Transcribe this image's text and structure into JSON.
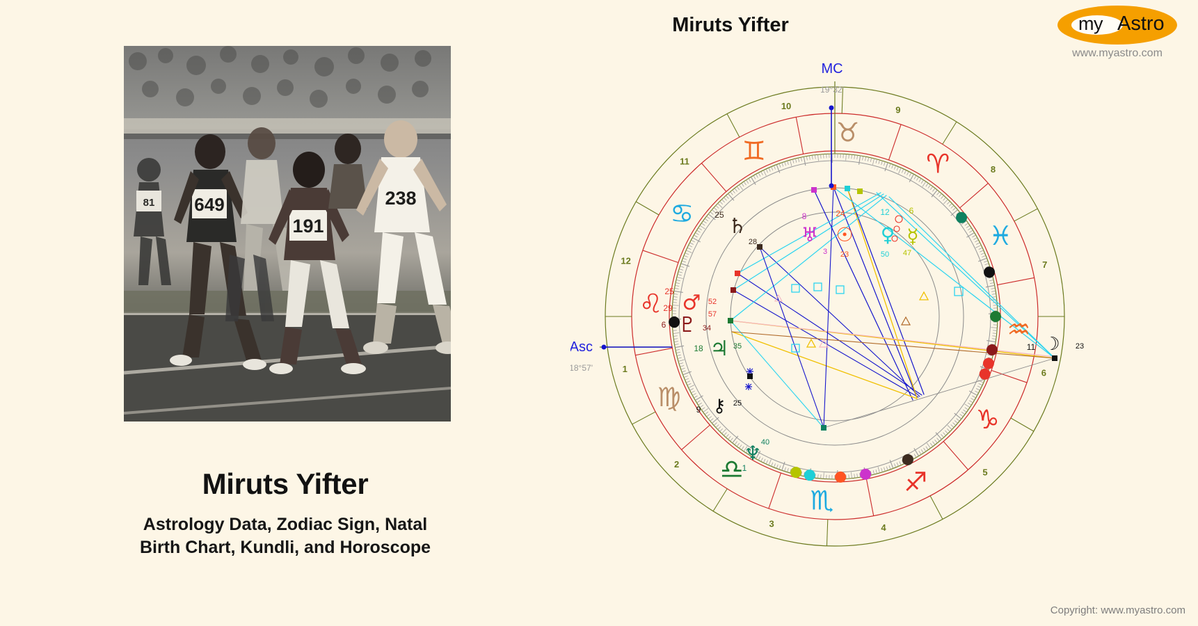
{
  "page": {
    "background_color": "#fdf6e6",
    "copyright": "Copyright: www.myastro.com"
  },
  "brand": {
    "logo_my": "my",
    "logo_astro": "Astro",
    "url": "www.myastro.com",
    "logo_color": "#f59f00"
  },
  "left_panel": {
    "title": "Miruts Yifter",
    "subtitle_line1": "Astrology Data, Zodiac Sign, Natal",
    "subtitle_line2": "Birth Chart, Kundli, and Horoscope",
    "photo_alt": "black-and-white photo of distance runners racing on a track"
  },
  "chart": {
    "title": "Miruts Yifter",
    "axes": [
      {
        "name": "MC",
        "label": "MC",
        "degree_label": "19°32'",
        "color": "#2222dd"
      },
      {
        "name": "Asc",
        "label": "Asc",
        "degree_label": "18°57'",
        "color": "#2222dd"
      }
    ],
    "zodiac_signs": [
      {
        "name": "taurus",
        "glyph": "♉",
        "color": "#b98e68"
      },
      {
        "name": "aries",
        "glyph": "♈",
        "color": "#e8342a"
      },
      {
        "name": "pisces",
        "glyph": "♓",
        "color": "#1eaae0"
      },
      {
        "name": "aquarius",
        "glyph": "♒",
        "color": "#f06a23"
      },
      {
        "name": "capricorn",
        "glyph": "♑",
        "color": "#e8342a"
      },
      {
        "name": "sagittarius",
        "glyph": "♐",
        "color": "#e8342a"
      },
      {
        "name": "scorpio",
        "glyph": "♏",
        "color": "#1eaae0"
      },
      {
        "name": "libra",
        "glyph": "♎",
        "color": "#1d7a33"
      },
      {
        "name": "virgo",
        "glyph": "♍",
        "color": "#b98e68"
      },
      {
        "name": "leo",
        "glyph": "♌",
        "color": "#e8342a"
      },
      {
        "name": "cancer",
        "glyph": "♋",
        "color": "#1eaae0"
      },
      {
        "name": "gemini",
        "glyph": "♊",
        "color": "#f06a23"
      }
    ],
    "house_numbers": [
      "1",
      "2",
      "3",
      "4",
      "5",
      "6",
      "7",
      "8",
      "9",
      "10",
      "11",
      "12"
    ],
    "planets": [
      {
        "name": "saturn",
        "glyph": "♄",
        "degree": "25",
        "minute": "28",
        "color": "#3d2b1f"
      },
      {
        "name": "uranus",
        "glyph": "♅",
        "degree": "8",
        "minute": "3",
        "color": "#cc33cc"
      },
      {
        "name": "sun",
        "glyph": "☉",
        "degree": "24",
        "minute": "23",
        "color": "#ff5522"
      },
      {
        "name": "venus",
        "glyph": "♀",
        "degree": "12",
        "minute": "50",
        "color": "#1ecfd6"
      },
      {
        "name": "mercury",
        "glyph": "☿",
        "degree": "6",
        "minute": "47",
        "color": "#b5c400"
      },
      {
        "name": "moon",
        "glyph": "☽",
        "degree": "11",
        "minute": "23",
        "color": "#111111"
      },
      {
        "name": "mars",
        "glyph": "♂",
        "degree": "25",
        "minute": "52",
        "color": "#e8342a"
      },
      {
        "name": "mars2",
        "glyph": "♂",
        "degree": "29",
        "minute": "57",
        "color": "#e8342a"
      },
      {
        "name": "pluto",
        "glyph": "♇",
        "degree": "6",
        "minute": "34",
        "color": "#8b1a1a"
      },
      {
        "name": "jupiter",
        "glyph": "♃",
        "degree": "18",
        "minute": "35",
        "color": "#1d7a33"
      },
      {
        "name": "chiron",
        "glyph": "⚷",
        "degree": "9",
        "minute": "25",
        "color": "#111111"
      },
      {
        "name": "neptune",
        "glyph": "♆",
        "degree": "1",
        "minute": "40",
        "color": "#108060"
      }
    ]
  },
  "chart_data": {
    "type": "scatter",
    "title": "Miruts Yifter",
    "subtitle": "Natal birth chart wheel",
    "xlabel": "",
    "ylabel": "",
    "notes": "Circular natal horoscope wheel: outer ring = 12 zodiac signs with house numbers, inner ring = degree tick scale, center = aspect lines between planets.",
    "categories": [
      "Taurus",
      "Aries",
      "Pisces",
      "Aquarius",
      "Capricorn",
      "Sagittarius",
      "Scorpio",
      "Libra",
      "Virgo",
      "Leo",
      "Cancer",
      "Gemini"
    ],
    "series": [
      {
        "name": "planet_longitudes_deg",
        "points": [
          {
            "label": "Saturn",
            "glyph": "♄",
            "deg": 25,
            "min": 28,
            "wheel_angle": 117,
            "color": "#3d2b1f"
          },
          {
            "label": "Uranus",
            "glyph": "♅",
            "deg": 8,
            "min": 3,
            "wheel_angle": 101,
            "color": "#cc33cc"
          },
          {
            "label": "Sun",
            "glyph": "☉",
            "deg": 24,
            "min": 23,
            "wheel_angle": 92,
            "color": "#ff5522"
          },
          {
            "label": "Venus",
            "glyph": "♀",
            "deg": 12,
            "min": 50,
            "wheel_angle": 81,
            "color": "#1ecfd6"
          },
          {
            "label": "Mercury",
            "glyph": "☿",
            "deg": 6,
            "min": 47,
            "wheel_angle": 76,
            "color": "#b5c400"
          },
          {
            "label": "Moon",
            "glyph": "☽",
            "deg": 11,
            "min": 23,
            "wheel_angle": 2,
            "color": "#111111"
          },
          {
            "label": "Mars",
            "glyph": "♂",
            "deg": 25,
            "min": 52,
            "wheel_angle": 159,
            "color": "#e8342a"
          },
          {
            "label": "Mars2",
            "glyph": "♂",
            "deg": 29,
            "min": 57,
            "wheel_angle": 163,
            "color": "#e8342a"
          },
          {
            "label": "Pluto",
            "glyph": "♇",
            "deg": 6,
            "min": 34,
            "wheel_angle": 168,
            "color": "#8b1a1a"
          },
          {
            "label": "Jupiter",
            "glyph": "♃",
            "deg": 18,
            "min": 35,
            "wheel_angle": 180,
            "color": "#1d7a33"
          },
          {
            "label": "Chiron",
            "glyph": "⚷",
            "deg": 9,
            "min": 25,
            "wheel_angle": 196,
            "color": "#111111"
          },
          {
            "label": "Neptune",
            "glyph": "♆",
            "deg": 1,
            "min": 40,
            "wheel_angle": 218,
            "color": "#108060"
          }
        ]
      }
    ],
    "annotations": [
      {
        "name": "MC",
        "value": "19°32'",
        "angle": 90
      },
      {
        "name": "Asc",
        "value": "18°57'",
        "angle": 180
      }
    ],
    "legend_position": "none",
    "grid": true
  }
}
